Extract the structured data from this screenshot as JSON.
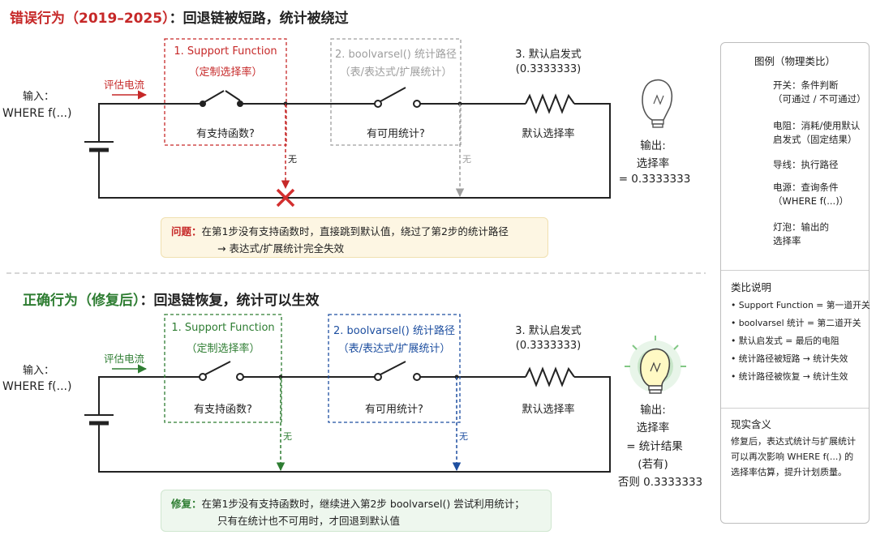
{
  "top": {
    "title_highlight": "错误行为（2019–2025）",
    "title_rest": "：回退链被短路，统计被绕过",
    "input_label": "输入：",
    "input_value": "WHERE f(...)",
    "current_label": "评估电流",
    "box1_line1": "1. Support Function",
    "box1_line2": "（定制选择率）",
    "box1_caption": "有支持函数?",
    "box2_line1": "2. boolvarsel() 统计路径",
    "box2_line2": "（表/表达式/扩展统计）",
    "box2_caption": "有可用统计?",
    "box3_line1": "3. 默认启发式",
    "box3_line2": "(0.3333333)",
    "box3_caption": "默认选择率",
    "none_label": "无",
    "output_line1": "输出:",
    "output_line2": "选择率",
    "output_line3": "= 0.3333333",
    "note_label": "问题：",
    "note_line1": "在第1步没有支持函数时，直接跳到默认值，绕过了第2步的统计路径",
    "note_line2": "→ 表达式/扩展统计完全失效",
    "color": "#c62828"
  },
  "bottom": {
    "title_highlight": "正确行为（修复后）",
    "title_rest": "：回退链恢复，统计可以生效",
    "input_label": "输入：",
    "input_value": "WHERE f(...)",
    "current_label": "评估电流",
    "box1_line1": "1. Support Function",
    "box1_line2": "（定制选择率）",
    "box1_caption": "有支持函数?",
    "box2_line1": "2. boolvarsel() 统计路径",
    "box2_line2": "（表/表达式/扩展统计）",
    "box2_caption": "有可用统计?",
    "box3_line1": "3. 默认启发式",
    "box3_line2": "(0.3333333)",
    "box3_caption": "默认选择率",
    "none_label": "无",
    "output_line1": "输出:",
    "output_line2": "选择率",
    "output_line3": "= 统计结果",
    "output_line4": "(若有)",
    "output_line5": "否则 0.3333333",
    "note_label": "修复：",
    "note_line1": "在第1步没有支持函数时，继续进入第2步 boolvarsel() 尝试利用统计；",
    "note_line2": "只有在统计也不可用时，才回退到默认值",
    "color": "#2e7d32",
    "blue": "#1e4fa0"
  },
  "legend": {
    "title": "图例（物理类比）",
    "switch_l1": "开关：条件判断",
    "switch_l2": "（可通过 / 不可通过）",
    "resistor_l1": "电阻：消耗/使用默认",
    "resistor_l2": "启发式（固定结果）",
    "wire_l1": "导线：执行路径",
    "source_l1": "电源：查询条件",
    "source_l2": "（WHERE f(...)）",
    "bulb_l1": "灯泡：输出的",
    "bulb_l2": "选择率",
    "analogy_title": "类比说明",
    "analogy_items": [
      "• Support Function = 第一道开关",
      "• boolvarsel 统计 = 第二道开关",
      "• 默认启发式 = 最后的电阻",
      "• 统计路径被短路 → 统计失效",
      "• 统计路径被恢复 → 统计生效"
    ],
    "meaning_title": "现实含义",
    "meaning_l1": "修复后，表达式统计与扩展统计",
    "meaning_l2": "可以再次影响 WHERE f(...) 的",
    "meaning_l3": "选择率估算，提升计划质量。"
  }
}
